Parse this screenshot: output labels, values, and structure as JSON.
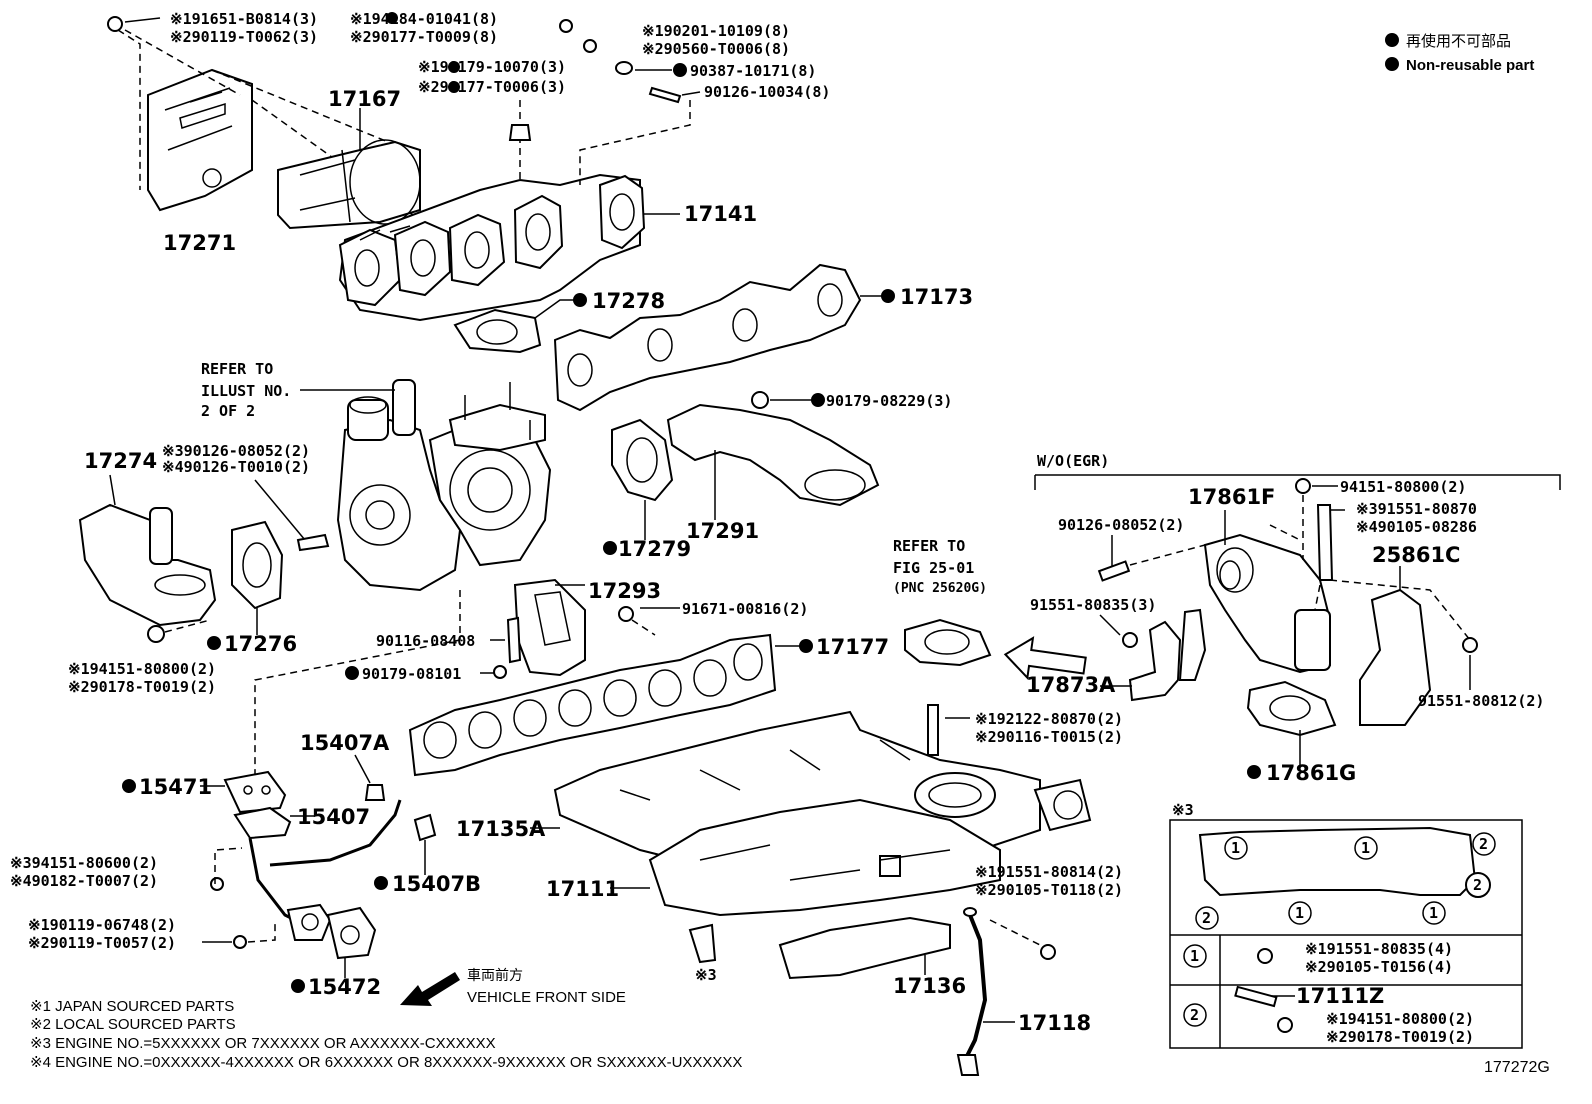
{
  "legend": {
    "jp": "再使用不可部品",
    "en": "Non-reusable part"
  },
  "callouts": {
    "c1a": "※191651-B0814(3)",
    "c1b": "※290119-T0062(3)",
    "c2a": "※194184-01041(8)",
    "c2b": "※290177-T0009(8)",
    "c3a": "※190201-10109(8)",
    "c3b": "※290560-T0006(8)",
    "c4a": "※190179-10070(3)",
    "c4b": "※290177-T0006(3)",
    "c5": "90387-10171(8)",
    "c6": "90126-10034(8)",
    "p17167": "17167",
    "p17271": "17271",
    "p17141": "17141",
    "p17278": "17278",
    "p17173": "17173",
    "refer1": "REFER TO",
    "refer2": "ILLUST NO.",
    "refer3": "2 OF 2",
    "c7": "90179-08229(3)",
    "c8a": "※390126-08052(2)",
    "c8b": "※490126-T0010(2)",
    "p17274": "17274",
    "p17276": "17276",
    "c9a": "※194151-80800(2)",
    "c9b": "※290178-T0019(2)",
    "p17279": "17279",
    "p17291": "17291",
    "p17293": "17293",
    "c10": "91671-00816(2)",
    "c11": "90116-08408",
    "c12": "90179-08101",
    "p17177": "17177",
    "woegr": "W/O(EGR)",
    "c13": "94151-80800(2)",
    "c14a": "※391551-80870",
    "c14b": "※490105-08286",
    "p17861F": "17861F",
    "c15": "90126-08052(2)",
    "p25861C": "25861C",
    "refer4": "REFER TO",
    "refer5": "FIG 25-01",
    "refer6": "(PNC 25620G)",
    "c16": "91551-80835(3)",
    "p17873A": "17873A",
    "c17": "91551-80812(2)",
    "p17861G": "17861G",
    "c18a": "※192122-80870(2)",
    "c18b": "※290116-T0015(2)",
    "p15407A": "15407A",
    "p15471": "15471",
    "p15407": "15407",
    "p17135A": "17135A",
    "c19a": "※394151-80600(2)",
    "c19b": "※490182-T0007(2)",
    "p15407B": "15407B",
    "p17111": "17111",
    "c20a": "※191551-80814(2)",
    "c20b": "※290105-T0118(2)",
    "c21a": "※190119-06748(2)",
    "c21b": "※290119-T0057(2)",
    "p15472": "15472",
    "p17136": "17136",
    "star3": "※3",
    "front_jp": "車両前方",
    "front_en": "VEHICLE FRONT SIDE",
    "p17118": "17118",
    "box_title": "※3",
    "n1": "1",
    "n2": "2",
    "n3": "1",
    "n4": "2",
    "n5": "2",
    "n6": "1",
    "n7": "1",
    "n8": "1",
    "n9": "2",
    "c22a": "※191551-80835(4)",
    "c22b": "※290105-T0156(4)",
    "p17111Z": "17111Z",
    "c23a": "※194151-80800(2)",
    "c23b": "※290178-T0019(2)"
  },
  "footnotes": [
    "※1 JAPAN SOURCED PARTS",
    "※2 LOCAL SOURCED PARTS",
    "※3 ENGINE NO.=5XXXXXX OR 7XXXXXX OR AXXXXXX-CXXXXXX",
    "※4 ENGINE NO.=0XXXXXX-4XXXXXX OR 6XXXXXX OR 8XXXXXX-9XXXXXX OR SXXXXXX-UXXXXXX"
  ],
  "figure_id": "177272G"
}
